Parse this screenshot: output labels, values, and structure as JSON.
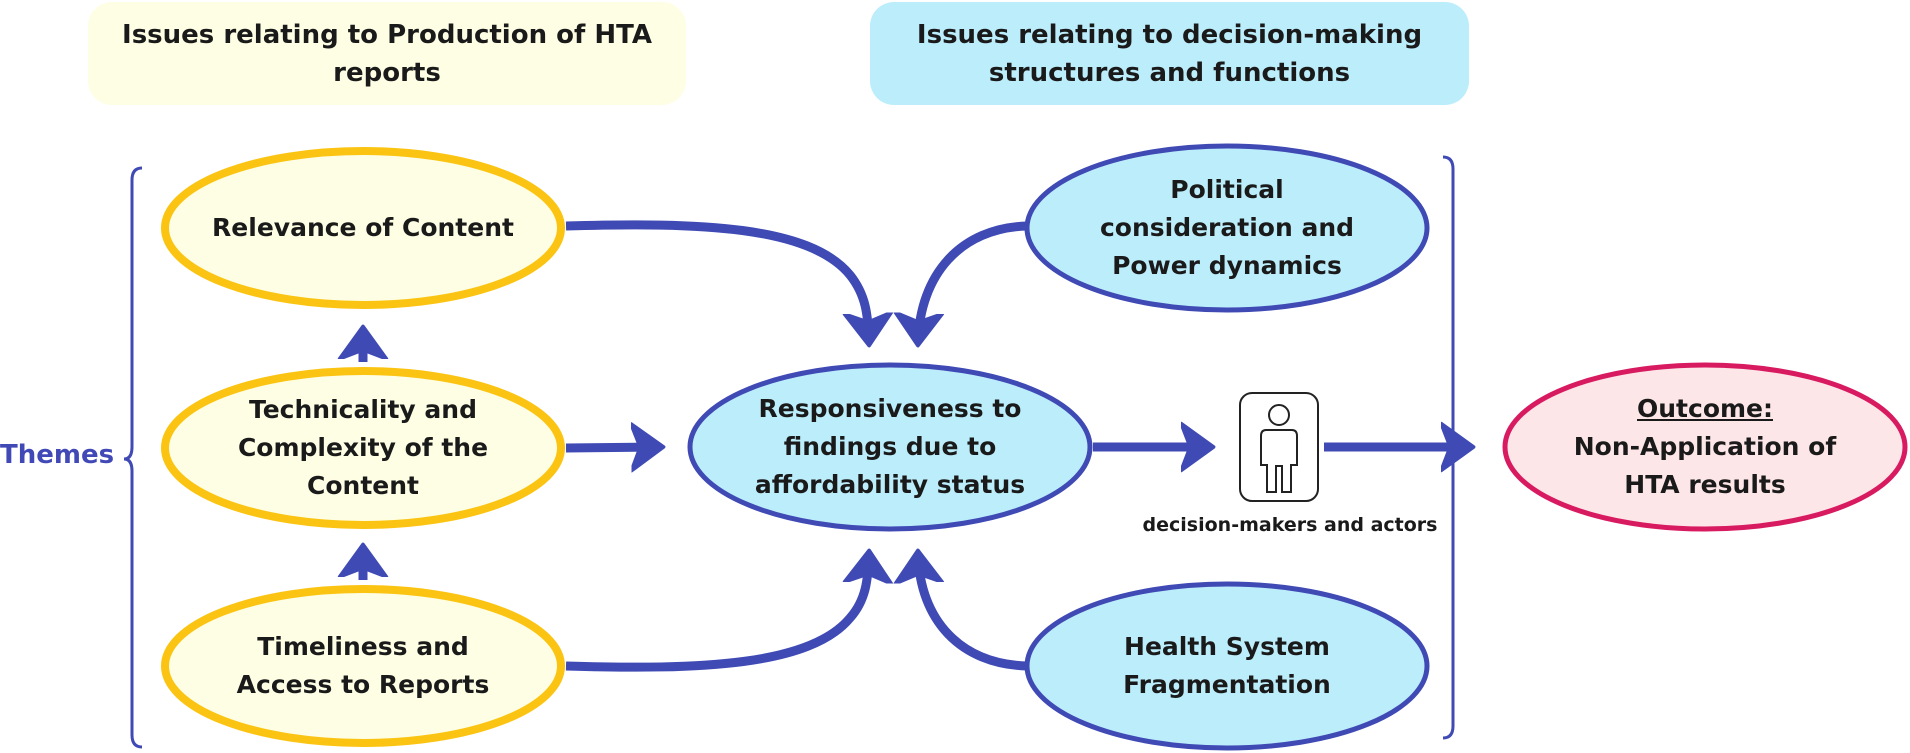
{
  "headers": {
    "production": "Issues relating to Production of HTA reports",
    "decision": "Issues relating to decision-making structures and functions"
  },
  "themes_label": "Themes",
  "colors": {
    "yellow_fill": "#fefee4",
    "yellow_stroke": "#fbc412",
    "blue_fill": "#bcedfb",
    "blue_stroke": "#3f4ab5",
    "pink_fill": "#fde6e8",
    "pink_stroke": "#d81b60",
    "arrow": "#3f4ab5"
  },
  "nodes": {
    "relevance": "Relevance of Content",
    "technicality": "Technicality and Complexity of the Content",
    "timeliness": "Timeliness and Access to Reports",
    "responsiveness": "Responsiveness to findings due to affordability status",
    "political": "Political consideration and Power dynamics",
    "health": "Health System Fragmentation",
    "outcome_title": "Outcome:",
    "outcome_body": "Non-Application of HTA results"
  },
  "actor": {
    "icon": "person-icon",
    "caption": "decision-makers and actors"
  },
  "edges": [
    {
      "from": "technicality",
      "to": "relevance"
    },
    {
      "from": "timeliness",
      "to": "technicality"
    },
    {
      "from": "relevance",
      "to": "responsiveness"
    },
    {
      "from": "technicality",
      "to": "responsiveness"
    },
    {
      "from": "timeliness",
      "to": "responsiveness"
    },
    {
      "from": "political",
      "to": "responsiveness"
    },
    {
      "from": "health",
      "to": "responsiveness"
    },
    {
      "from": "responsiveness",
      "to": "actor"
    },
    {
      "from": "actor",
      "to": "outcome"
    }
  ]
}
